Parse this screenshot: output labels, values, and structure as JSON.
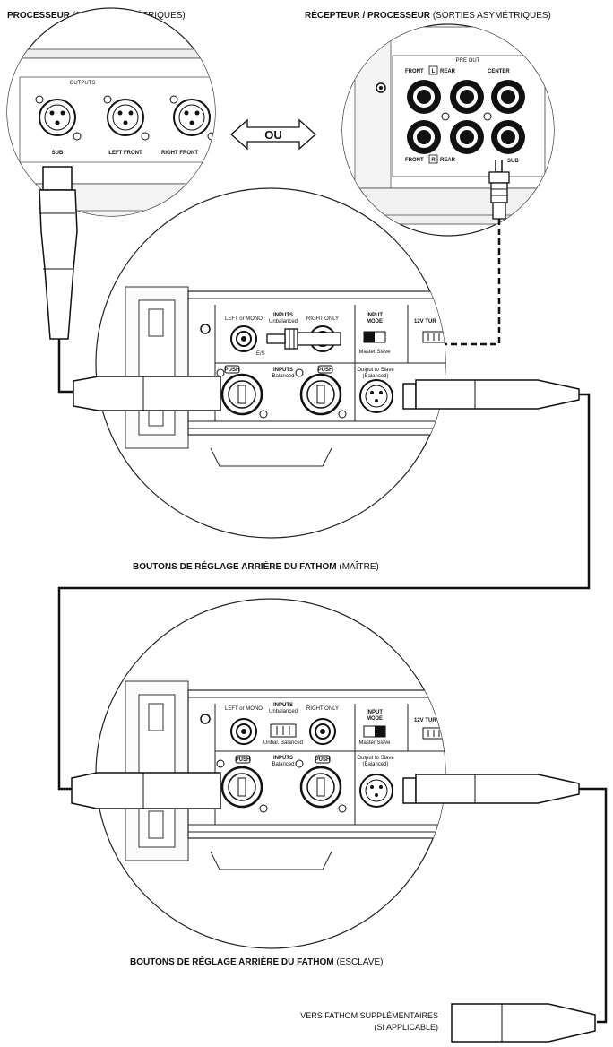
{
  "captions": {
    "top_left": {
      "bold": "PROCESSEUR",
      "normal": "(SORTIES SYMÉTRIQUES)"
    },
    "top_right": {
      "bold": "RÉCEPTEUR / PROCESSEUR",
      "normal": "(SORTIES ASYMÉTRIQUES)"
    },
    "master": {
      "bold": "BOUTONS DE RÉGLAGE ARRIÈRE DU FATHOM",
      "normal": "(MAÎTRE)"
    },
    "slave": {
      "bold": "BOUTONS DE RÉGLAGE ARRIÈRE DU FATHOM",
      "normal": "(ESCLAVE)"
    },
    "extra_line1": "VERS FATHOM SUPPLÉMENTAIRES",
    "extra_line2": "(SI APPLICABLE)"
  },
  "or_label": "OU",
  "processor_panel": {
    "outputs_label": "OUTPUTS",
    "jacks": [
      "SUB",
      "LEFT FRONT",
      "RIGHT FRONT"
    ]
  },
  "receiver_panel": {
    "pre_out_label": "PRE OUT",
    "front_top": "FRONT",
    "l_box": "L",
    "rear_top": "REAR",
    "center": "CENTER",
    "front_bottom": "FRONT",
    "r_box": "R",
    "rear_bottom": "REAR",
    "sub": "SUB"
  },
  "fathom_panel": {
    "left_mono": "LEFT or MONO",
    "inputs_unbal": "INPUTS",
    "unbalanced": "Unbalanced",
    "right_only": "RIGHT ONLY",
    "input_mode": "INPUT",
    "mode": "MODE",
    "master_slave": "Master Slave",
    "trigger": "12V TUR",
    "inputs_bal": "INPUTS",
    "balanced": "Balanced",
    "push": "PUSH",
    "output_slave": "Output to Slave",
    "output_bal": "(Balanced)",
    "ext_label": "E/S",
    "switch_labels": "Unbal. Balanced"
  }
}
